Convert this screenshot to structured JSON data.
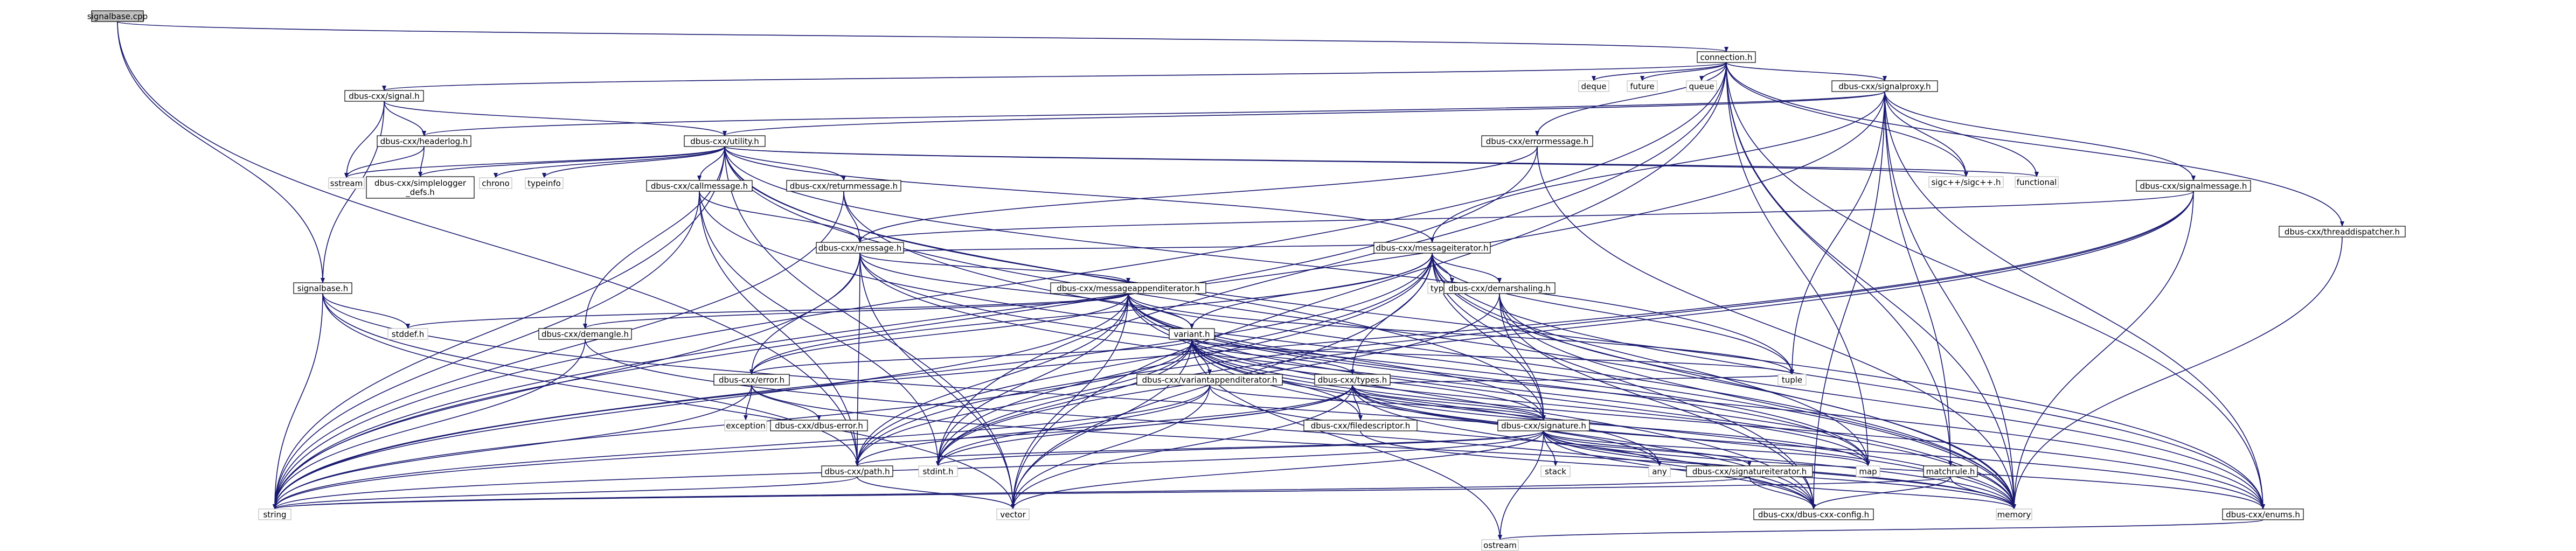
{
  "colors": {
    "edge": "#191970",
    "root_fill": "#bfbfbf",
    "box_border": "#000000",
    "leaf_border": "#bfbfbf"
  },
  "graph": {
    "nodes": [
      {
        "id": "signalbase_cpp",
        "label": "signalbase.cpp",
        "kind": "root"
      },
      {
        "id": "connection_h",
        "label": "connection.h",
        "kind": "file"
      },
      {
        "id": "signal_h",
        "label": "dbus-cxx/signal.h",
        "kind": "file"
      },
      {
        "id": "headerlog_h",
        "label": "dbus-cxx/headerlog.h",
        "kind": "file"
      },
      {
        "id": "utility_h",
        "label": "dbus-cxx/utility.h",
        "kind": "file"
      },
      {
        "id": "simplelogger_defs_h",
        "label": "dbus-cxx/simplelogger\n_defs.h",
        "kind": "file"
      },
      {
        "id": "sstream",
        "label": "sstream",
        "kind": "system"
      },
      {
        "id": "chrono",
        "label": "chrono",
        "kind": "system"
      },
      {
        "id": "typeinfo",
        "label": "typeinfo",
        "kind": "system"
      },
      {
        "id": "callmessage_h",
        "label": "dbus-cxx/callmessage.h",
        "kind": "file"
      },
      {
        "id": "returnmessage_h",
        "label": "dbus-cxx/returnmessage.h",
        "kind": "file"
      },
      {
        "id": "message_h",
        "label": "dbus-cxx/message.h",
        "kind": "file"
      },
      {
        "id": "signalbase_h",
        "label": "signalbase.h",
        "kind": "file"
      },
      {
        "id": "stddef_h",
        "label": "stddef.h",
        "kind": "system"
      },
      {
        "id": "demangle_h",
        "label": "dbus-cxx/demangle.h",
        "kind": "file"
      },
      {
        "id": "messageappenditerator_h",
        "label": "dbus-cxx/messageappenditerator.h",
        "kind": "file"
      },
      {
        "id": "messageiterator_h",
        "label": "dbus-cxx/messageiterator.h",
        "kind": "file"
      },
      {
        "id": "type_traits",
        "label": "type_traits",
        "kind": "system"
      },
      {
        "id": "demarshaling_h",
        "label": "dbus-cxx/demarshaling.h",
        "kind": "file"
      },
      {
        "id": "variant_h",
        "label": "variant.h",
        "kind": "file"
      },
      {
        "id": "error_h",
        "label": "dbus-cxx/error.h",
        "kind": "file"
      },
      {
        "id": "exception",
        "label": "exception",
        "kind": "system"
      },
      {
        "id": "dbus_error_h",
        "label": "dbus-cxx/dbus-error.h",
        "kind": "file"
      },
      {
        "id": "variantappenditerator_h",
        "label": "dbus-cxx/variantappenditerator.h",
        "kind": "file"
      },
      {
        "id": "types_h",
        "label": "dbus-cxx/types.h",
        "kind": "file"
      },
      {
        "id": "filedescriptor_h",
        "label": "dbus-cxx/filedescriptor.h",
        "kind": "file"
      },
      {
        "id": "signature_h",
        "label": "dbus-cxx/signature.h",
        "kind": "file"
      },
      {
        "id": "stack",
        "label": "stack",
        "kind": "system"
      },
      {
        "id": "any",
        "label": "any",
        "kind": "system"
      },
      {
        "id": "signatureiterator_h",
        "label": "dbus-cxx/signatureiterator.h",
        "kind": "file"
      },
      {
        "id": "path_h",
        "label": "dbus-cxx/path.h",
        "kind": "file"
      },
      {
        "id": "stdint_h",
        "label": "stdint.h",
        "kind": "system"
      },
      {
        "id": "string",
        "label": "string",
        "kind": "system"
      },
      {
        "id": "vector",
        "label": "vector",
        "kind": "system"
      },
      {
        "id": "ostream",
        "label": "ostream",
        "kind": "system"
      },
      {
        "id": "map",
        "label": "map",
        "kind": "system"
      },
      {
        "id": "tuple",
        "label": "tuple",
        "kind": "system"
      },
      {
        "id": "dbus_cxx_config_h",
        "label": "dbus-cxx/dbus-cxx-config.h",
        "kind": "file"
      },
      {
        "id": "memory",
        "label": "memory",
        "kind": "system"
      },
      {
        "id": "enums_h",
        "label": "dbus-cxx/enums.h",
        "kind": "file"
      },
      {
        "id": "matchrule_h",
        "label": "matchrule.h",
        "kind": "file"
      },
      {
        "id": "deque",
        "label": "deque",
        "kind": "system"
      },
      {
        "id": "future",
        "label": "future",
        "kind": "system"
      },
      {
        "id": "queue",
        "label": "queue",
        "kind": "system"
      },
      {
        "id": "signalproxy_h",
        "label": "dbus-cxx/signalproxy.h",
        "kind": "file"
      },
      {
        "id": "errormessage_h",
        "label": "dbus-cxx/errormessage.h",
        "kind": "file"
      },
      {
        "id": "sigcpp_h",
        "label": "sigc++/sigc++.h",
        "kind": "system"
      },
      {
        "id": "functional",
        "label": "functional",
        "kind": "system"
      },
      {
        "id": "signalmessage_h",
        "label": "dbus-cxx/signalmessage.h",
        "kind": "file"
      },
      {
        "id": "threaddispatcher_h",
        "label": "dbus-cxx/threaddispatcher.h",
        "kind": "file"
      }
    ],
    "edges": [
      [
        "signalbase_cpp",
        "connection_h"
      ],
      [
        "signalbase_cpp",
        "signalbase_h"
      ],
      [
        "signalbase_cpp",
        "path_h"
      ],
      [
        "connection_h",
        "signal_h"
      ],
      [
        "connection_h",
        "deque"
      ],
      [
        "connection_h",
        "future"
      ],
      [
        "connection_h",
        "queue"
      ],
      [
        "connection_h",
        "signalproxy_h"
      ],
      [
        "connection_h",
        "errormessage_h"
      ],
      [
        "connection_h",
        "threaddispatcher_h"
      ],
      [
        "connection_h",
        "sigcpp_h"
      ],
      [
        "connection_h",
        "string"
      ],
      [
        "connection_h",
        "vector"
      ],
      [
        "connection_h",
        "memory"
      ],
      [
        "connection_h",
        "enums_h"
      ],
      [
        "connection_h",
        "map"
      ],
      [
        "connection_h",
        "matchrule_h"
      ],
      [
        "connection_h",
        "stdint_h"
      ],
      [
        "signal_h",
        "headerlog_h"
      ],
      [
        "signal_h",
        "utility_h"
      ],
      [
        "signal_h",
        "signalbase_h"
      ],
      [
        "signal_h",
        "sstream"
      ],
      [
        "headerlog_h",
        "simplelogger_defs_h"
      ],
      [
        "headerlog_h",
        "sstream"
      ],
      [
        "utility_h",
        "simplelogger_defs_h"
      ],
      [
        "utility_h",
        "sstream"
      ],
      [
        "utility_h",
        "chrono"
      ],
      [
        "utility_h",
        "typeinfo"
      ],
      [
        "utility_h",
        "callmessage_h"
      ],
      [
        "utility_h",
        "returnmessage_h"
      ],
      [
        "utility_h",
        "sigcpp_h"
      ],
      [
        "utility_h",
        "functional"
      ],
      [
        "utility_h",
        "messageiterator_h"
      ],
      [
        "utility_h",
        "demangle_h"
      ],
      [
        "utility_h",
        "signature_h"
      ],
      [
        "utility_h",
        "tuple"
      ],
      [
        "utility_h",
        "memory"
      ],
      [
        "utility_h",
        "enums_h"
      ],
      [
        "utility_h",
        "string"
      ],
      [
        "utility_h",
        "vector"
      ],
      [
        "callmessage_h",
        "message_h"
      ],
      [
        "callmessage_h",
        "path_h"
      ],
      [
        "callmessage_h",
        "string"
      ],
      [
        "callmessage_h",
        "memory"
      ],
      [
        "callmessage_h",
        "stdint_h"
      ],
      [
        "returnmessage_h",
        "message_h"
      ],
      [
        "returnmessage_h",
        "string"
      ],
      [
        "returnmessage_h",
        "memory"
      ],
      [
        "message_h",
        "messageappenditerator_h"
      ],
      [
        "message_h",
        "messageiterator_h"
      ],
      [
        "message_h",
        "error_h"
      ],
      [
        "message_h",
        "path_h"
      ],
      [
        "message_h",
        "variant_h"
      ],
      [
        "message_h",
        "string"
      ],
      [
        "message_h",
        "vector"
      ],
      [
        "message_h",
        "memory"
      ],
      [
        "message_h",
        "map"
      ],
      [
        "signalbase_h",
        "stddef_h"
      ],
      [
        "signalbase_h",
        "path_h"
      ],
      [
        "signalbase_h",
        "string"
      ],
      [
        "signalbase_h",
        "memory"
      ],
      [
        "signalbase_h",
        "vector"
      ],
      [
        "demangle_h",
        "string"
      ],
      [
        "demangle_h",
        "dbus_cxx_config_h"
      ],
      [
        "messageappenditerator_h",
        "stddef_h"
      ],
      [
        "messageappenditerator_h",
        "demangle_h"
      ],
      [
        "messageappenditerator_h",
        "variant_h"
      ],
      [
        "messageappenditerator_h",
        "error_h"
      ],
      [
        "messageappenditerator_h",
        "path_h"
      ],
      [
        "messageappenditerator_h",
        "signature_h"
      ],
      [
        "messageappenditerator_h",
        "stdint_h"
      ],
      [
        "messageappenditerator_h",
        "string"
      ],
      [
        "messageappenditerator_h",
        "vector"
      ],
      [
        "messageappenditerator_h",
        "map"
      ],
      [
        "messageappenditerator_h",
        "tuple"
      ],
      [
        "messageappenditerator_h",
        "dbus_cxx_config_h"
      ],
      [
        "messageappenditerator_h",
        "memory"
      ],
      [
        "messageappenditerator_h",
        "enums_h"
      ],
      [
        "messageiterator_h",
        "type_traits"
      ],
      [
        "messageiterator_h",
        "demarshaling_h"
      ],
      [
        "messageiterator_h",
        "variant_h"
      ],
      [
        "messageiterator_h",
        "error_h"
      ],
      [
        "messageiterator_h",
        "types_h"
      ],
      [
        "messageiterator_h",
        "signature_h"
      ],
      [
        "messageiterator_h",
        "path_h"
      ],
      [
        "messageiterator_h",
        "stdint_h"
      ],
      [
        "messageiterator_h",
        "string"
      ],
      [
        "messageiterator_h",
        "vector"
      ],
      [
        "messageiterator_h",
        "map"
      ],
      [
        "messageiterator_h",
        "tuple"
      ],
      [
        "messageiterator_h",
        "memory"
      ],
      [
        "messageiterator_h",
        "enums_h"
      ],
      [
        "messageiterator_h",
        "dbus_cxx_config_h"
      ],
      [
        "demarshaling_h",
        "dbus_cxx_config_h"
      ],
      [
        "demarshaling_h",
        "stdint_h"
      ],
      [
        "demarshaling_h",
        "enums_h"
      ],
      [
        "demarshaling_h",
        "memory"
      ],
      [
        "demarshaling_h",
        "signature_h"
      ],
      [
        "variant_h",
        "error_h"
      ],
      [
        "variant_h",
        "variantappenditerator_h"
      ],
      [
        "variant_h",
        "types_h"
      ],
      [
        "variant_h",
        "signature_h"
      ],
      [
        "variant_h",
        "path_h"
      ],
      [
        "variant_h",
        "filedescriptor_h"
      ],
      [
        "variant_h",
        "string"
      ],
      [
        "variant_h",
        "vector"
      ],
      [
        "variant_h",
        "map"
      ],
      [
        "variant_h",
        "any"
      ],
      [
        "variant_h",
        "tuple"
      ],
      [
        "variant_h",
        "stdint_h"
      ],
      [
        "variant_h",
        "ostream"
      ],
      [
        "variant_h",
        "memory"
      ],
      [
        "variant_h",
        "enums_h"
      ],
      [
        "variant_h",
        "dbus_cxx_config_h"
      ],
      [
        "error_h",
        "exception"
      ],
      [
        "error_h",
        "dbus_error_h"
      ],
      [
        "error_h",
        "string"
      ],
      [
        "error_h",
        "memory"
      ],
      [
        "variantappenditerator_h",
        "signature_h"
      ],
      [
        "variantappenditerator_h",
        "string"
      ],
      [
        "variantappenditerator_h",
        "vector"
      ],
      [
        "variantappenditerator_h",
        "memory"
      ],
      [
        "variantappenditerator_h",
        "stdint_h"
      ],
      [
        "types_h",
        "filedescriptor_h"
      ],
      [
        "types_h",
        "signature_h"
      ],
      [
        "types_h",
        "path_h"
      ],
      [
        "types_h",
        "tuple"
      ],
      [
        "types_h",
        "map"
      ],
      [
        "types_h",
        "any"
      ],
      [
        "types_h",
        "string"
      ],
      [
        "types_h",
        "vector"
      ],
      [
        "types_h",
        "stdint_h"
      ],
      [
        "types_h",
        "dbus_cxx_config_h"
      ],
      [
        "types_h",
        "enums_h"
      ],
      [
        "filedescriptor_h",
        "memory"
      ],
      [
        "signature_h",
        "stack"
      ],
      [
        "signature_h",
        "any"
      ],
      [
        "signature_h",
        "signatureiterator_h"
      ],
      [
        "signature_h",
        "path_h"
      ],
      [
        "signature_h",
        "stdint_h"
      ],
      [
        "signature_h",
        "string"
      ],
      [
        "signature_h",
        "vector"
      ],
      [
        "signature_h",
        "ostream"
      ],
      [
        "signature_h",
        "map"
      ],
      [
        "signature_h",
        "memory"
      ],
      [
        "signature_h",
        "enums_h"
      ],
      [
        "signature_h",
        "dbus_cxx_config_h"
      ],
      [
        "signatureiterator_h",
        "dbus_cxx_config_h"
      ],
      [
        "signatureiterator_h",
        "memory"
      ],
      [
        "signatureiterator_h",
        "string"
      ],
      [
        "path_h",
        "string"
      ],
      [
        "path_h",
        "vector"
      ],
      [
        "enums_h",
        "ostream"
      ],
      [
        "matchrule_h",
        "dbus_cxx_config_h"
      ],
      [
        "matchrule_h",
        "memory"
      ],
      [
        "matchrule_h",
        "string"
      ],
      [
        "signalproxy_h",
        "headerlog_h"
      ],
      [
        "signalproxy_h",
        "utility_h"
      ],
      [
        "signalproxy_h",
        "signalmessage_h"
      ],
      [
        "signalproxy_h",
        "messageiterator_h"
      ],
      [
        "signalproxy_h",
        "sigcpp_h"
      ],
      [
        "signalproxy_h",
        "functional"
      ],
      [
        "signalproxy_h",
        "string"
      ],
      [
        "signalproxy_h",
        "memory"
      ],
      [
        "signalproxy_h",
        "enums_h"
      ],
      [
        "signalproxy_h",
        "tuple"
      ],
      [
        "signalproxy_h",
        "matchrule_h"
      ],
      [
        "signalproxy_h",
        "dbus_cxx_config_h"
      ],
      [
        "errormessage_h",
        "message_h"
      ],
      [
        "errormessage_h",
        "string"
      ],
      [
        "errormessage_h",
        "memory"
      ],
      [
        "signalmessage_h",
        "message_h"
      ],
      [
        "signalmessage_h",
        "path_h"
      ],
      [
        "signalmessage_h",
        "string"
      ],
      [
        "signalmessage_h",
        "memory"
      ],
      [
        "signalmessage_h",
        "stdint_h"
      ],
      [
        "threaddispatcher_h",
        "memory"
      ]
    ]
  }
}
